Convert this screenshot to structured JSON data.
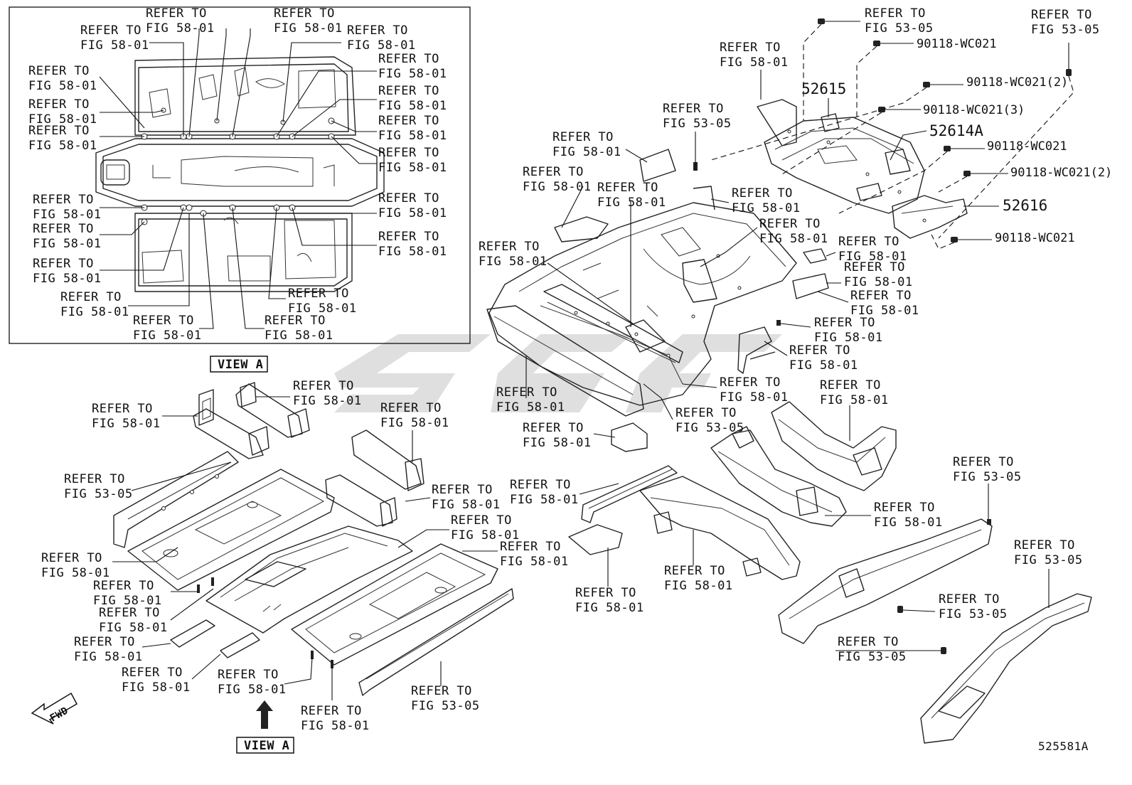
{
  "diagram": {
    "refer_line1": "REFER TO",
    "fig_58_01": "FIG 58-01",
    "fig_53_05": "FIG 53-05",
    "view_a": "VIEW A",
    "fwd": "FWD",
    "figure_id": "525581A",
    "parts": {
      "p52615": "52615",
      "p52614a": "52614A",
      "p52616": "52616",
      "bolt_90118": "90118-WC021",
      "bolt_90118_2": "90118-WC021(2)",
      "bolt_90118_3": "90118-WC021(3)"
    }
  }
}
